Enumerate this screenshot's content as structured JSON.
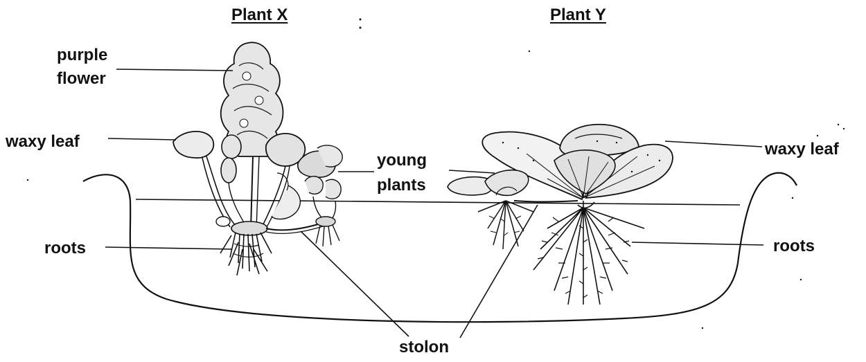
{
  "diagram": {
    "plant_x": {
      "title": "Plant X",
      "labels": {
        "flower_line1": "purple",
        "flower_line2": "flower",
        "leaf": "waxy leaf",
        "roots": "roots"
      }
    },
    "plant_y": {
      "title": "Plant Y",
      "labels": {
        "leaf": "waxy leaf",
        "roots": "roots"
      }
    },
    "shared_labels": {
      "young_line1": "young",
      "young_line2": "plants",
      "stolon": "stolon"
    },
    "colors": {
      "ink": "#111111",
      "paper": "#ffffff"
    }
  }
}
